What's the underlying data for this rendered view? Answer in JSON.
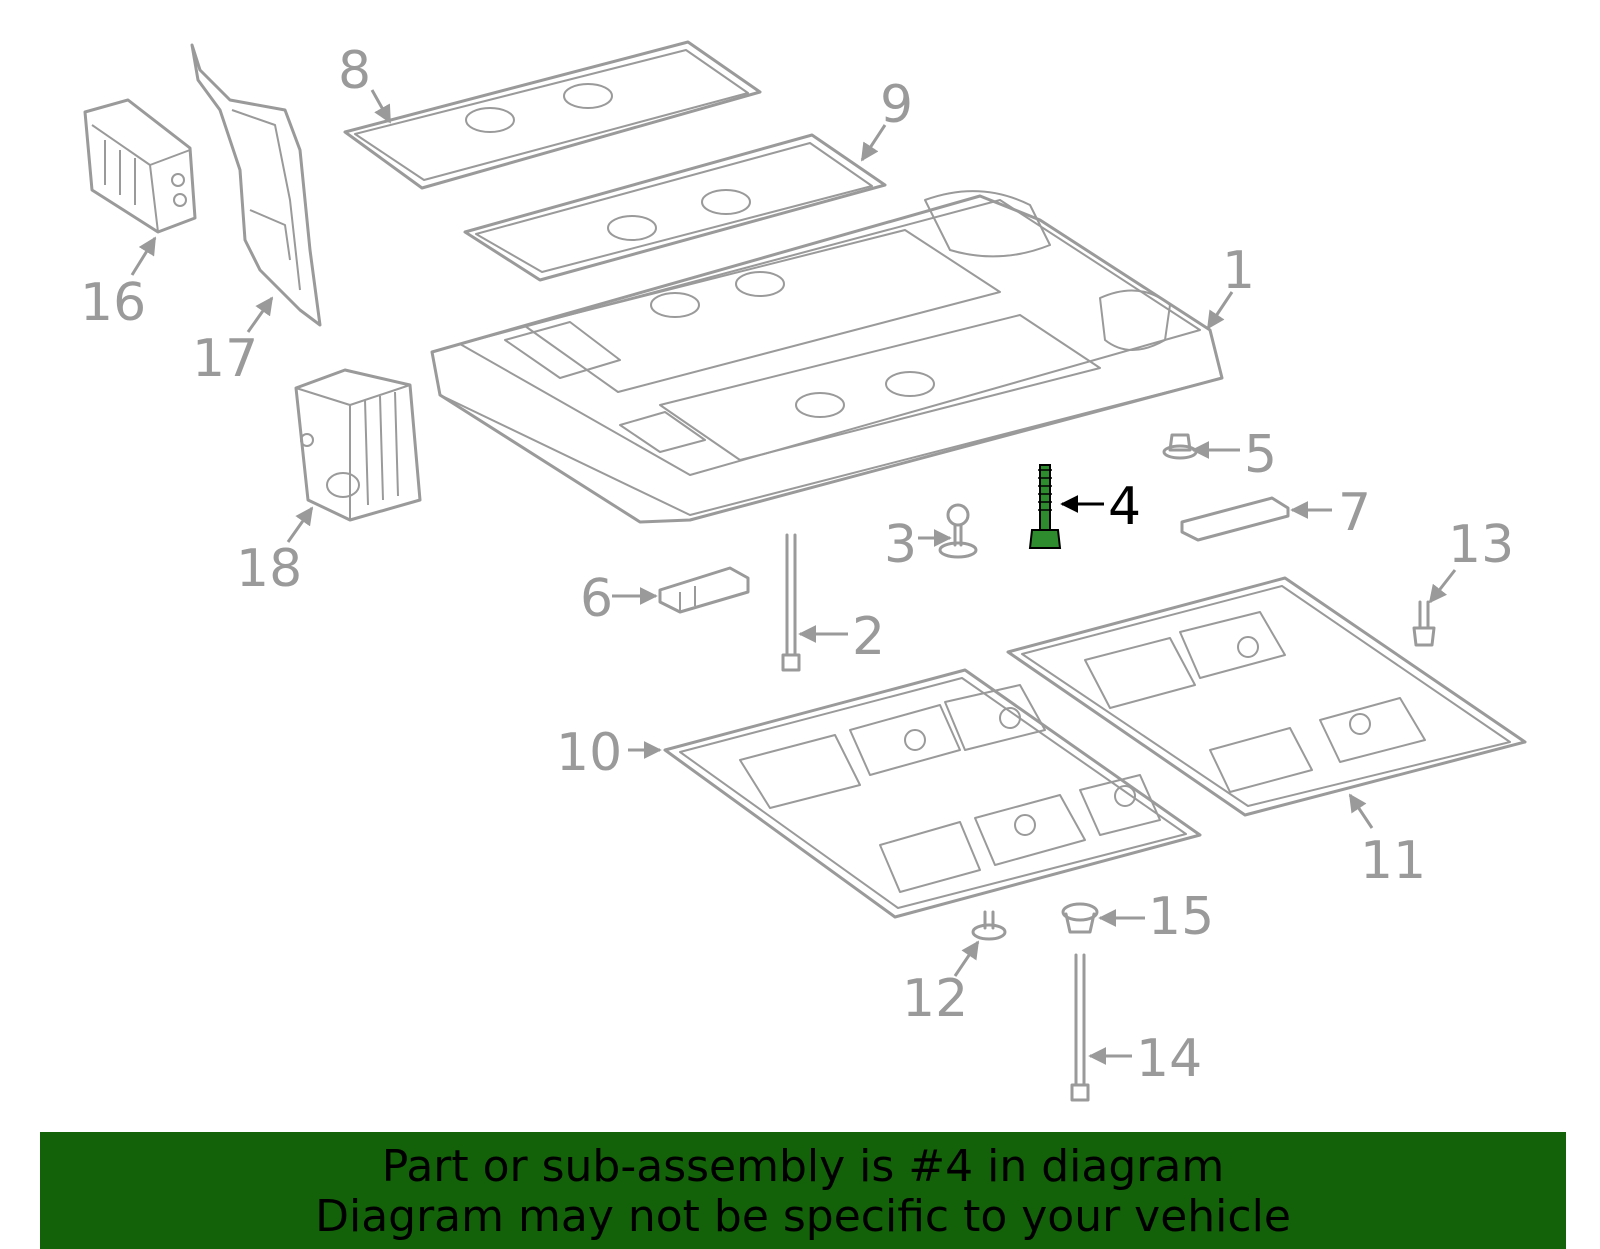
{
  "diagram": {
    "highlighted_part": "4",
    "callouts": [
      "1",
      "2",
      "3",
      "4",
      "5",
      "6",
      "7",
      "8",
      "9",
      "10",
      "11",
      "12",
      "13",
      "14",
      "15",
      "16",
      "17",
      "18"
    ]
  },
  "banner": {
    "line1": "Part or sub-assembly is #4 in diagram",
    "line2": "Diagram may not be specific to your vehicle"
  },
  "colors": {
    "part_stroke": "#9a9a9a",
    "highlight_fill": "#2e8b2e",
    "banner_bg": "#136109",
    "banner_text": "#000000"
  }
}
